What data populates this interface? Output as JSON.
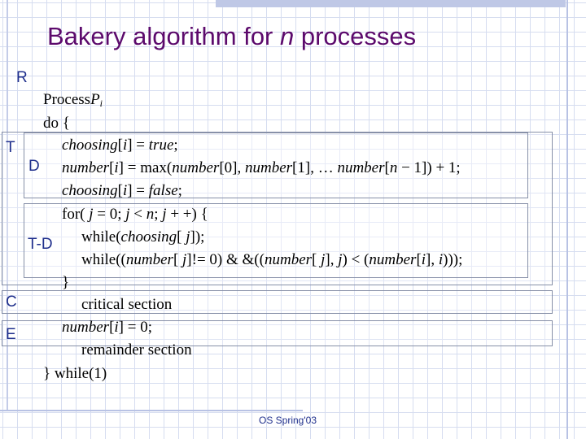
{
  "slide": {
    "title": "Bakery algorithm for ",
    "title_var": "n",
    "title_end": " processes",
    "labels": {
      "r": "R",
      "t": "T",
      "d": "D",
      "td": "T-D",
      "c": "C",
      "e": "E"
    },
    "code": {
      "process": "Process",
      "process_var": "P",
      "process_sub": "i",
      "do": "do {",
      "l1_a": "choosing",
      "l1_b": "[",
      "l1_c": "i",
      "l1_d": "] = ",
      "l1_e": "true",
      "l1_f": ";",
      "l2_a": "number",
      "l2_b": "[",
      "l2_c": "i",
      "l2_d": "] = max(",
      "l2_e": "number",
      "l2_f": "[0], ",
      "l2_g": "number",
      "l2_h": "[1], … ",
      "l2_i": "number",
      "l2_j": "[",
      "l2_k": "n",
      "l2_l": " − 1]) + 1;",
      "l3_a": "choosing",
      "l3_b": "[",
      "l3_c": "i",
      "l3_d": "] = ",
      "l3_e": "false",
      "l3_f": ";",
      "l4_a": "for( ",
      "l4_b": "j",
      "l4_c": " = 0; ",
      "l4_d": "j",
      "l4_e": " < ",
      "l4_f": "n",
      "l4_g": "; ",
      "l4_h": "j",
      "l4_i": " + +) {",
      "l5_a": "while(",
      "l5_b": "choosing",
      "l5_c": "[ ",
      "l5_d": "j",
      "l5_e": "]);",
      "l6_a": "while((",
      "l6_b": "number",
      "l6_c": "[ ",
      "l6_d": "j",
      "l6_e": "]!= 0) & &((",
      "l6_f": "number",
      "l6_g": "[ ",
      "l6_h": "j",
      "l6_i": "], ",
      "l6_j": "j",
      "l6_k": ") < (",
      "l6_l": "number",
      "l6_m": "[",
      "l6_n": "i",
      "l6_o": "], ",
      "l6_p": "i",
      "l6_q": ")));",
      "close_for": "}",
      "critical": "critical section",
      "l8_a": "number",
      "l8_b": "[",
      "l8_c": "i",
      "l8_d": "] = 0;",
      "remainder": "remainder section",
      "end": "} while(1)"
    },
    "footer": "OS Spring'03"
  }
}
